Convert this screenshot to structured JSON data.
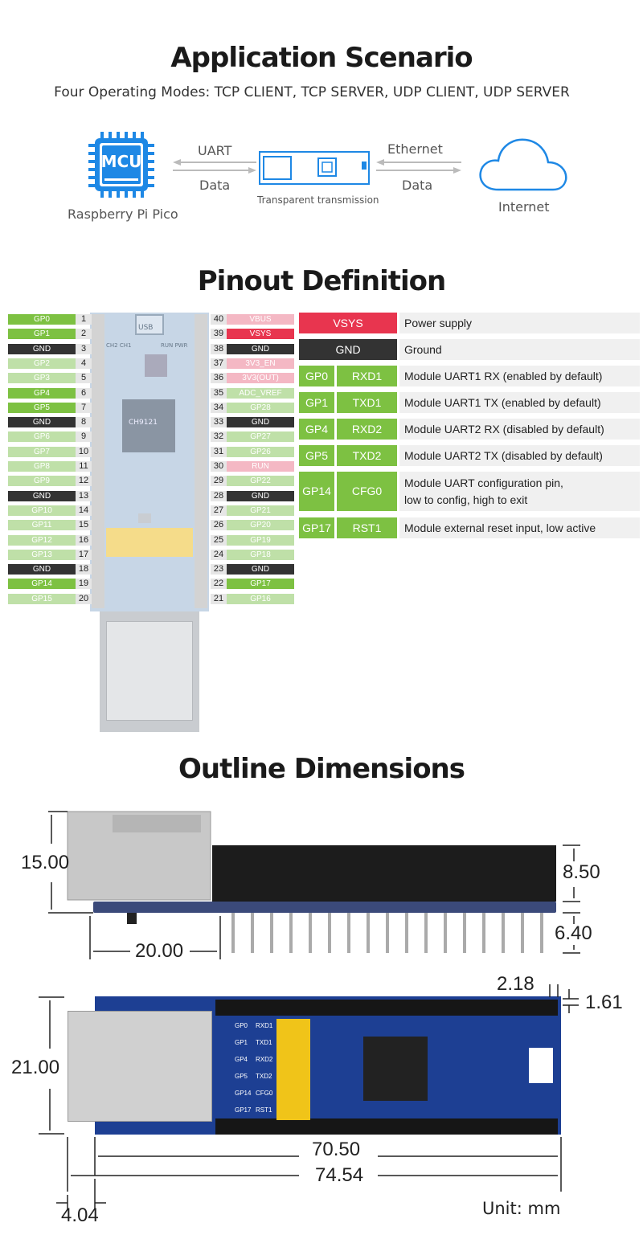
{
  "app": {
    "title": "Application Scenario",
    "subtitle": "Four Operating Modes: TCP CLIENT, TCP SERVER, UDP CLIENT, UDP SERVER",
    "mcu_label": "MCU",
    "pico_label": "Raspberry Pi Pico",
    "uart_label": "UART",
    "data_left": "Data",
    "transparent_label": "Transparent transmission",
    "ethernet_label": "Ethernet",
    "data_right": "Data",
    "internet_label": "Internet"
  },
  "pinout": {
    "title": "Pinout Definition",
    "usb_label": "USB",
    "ch_label": "CH2 CH1",
    "runpwr_label": "RUN PWR",
    "chip_label": "CH9121",
    "left": [
      {
        "name": "GP0",
        "n": "1",
        "c": "#7dc142",
        "t": "#fff"
      },
      {
        "name": "GP1",
        "n": "2",
        "c": "#7dc142",
        "t": "#fff"
      },
      {
        "name": "GND",
        "n": "3",
        "c": "#333333",
        "t": "#fff"
      },
      {
        "name": "GP2",
        "n": "4",
        "c": "#bfe0a8",
        "t": "#fff"
      },
      {
        "name": "GP3",
        "n": "5",
        "c": "#bfe0a8",
        "t": "#fff"
      },
      {
        "name": "GP4",
        "n": "6",
        "c": "#7dc142",
        "t": "#fff"
      },
      {
        "name": "GP5",
        "n": "7",
        "c": "#7dc142",
        "t": "#fff"
      },
      {
        "name": "GND",
        "n": "8",
        "c": "#333333",
        "t": "#fff"
      },
      {
        "name": "GP6",
        "n": "9",
        "c": "#bfe0a8",
        "t": "#fff"
      },
      {
        "name": "GP7",
        "n": "10",
        "c": "#bfe0a8",
        "t": "#fff"
      },
      {
        "name": "GP8",
        "n": "11",
        "c": "#bfe0a8",
        "t": "#fff"
      },
      {
        "name": "GP9",
        "n": "12",
        "c": "#bfe0a8",
        "t": "#fff"
      },
      {
        "name": "GND",
        "n": "13",
        "c": "#333333",
        "t": "#fff"
      },
      {
        "name": "GP10",
        "n": "14",
        "c": "#bfe0a8",
        "t": "#fff"
      },
      {
        "name": "GP11",
        "n": "15",
        "c": "#bfe0a8",
        "t": "#fff"
      },
      {
        "name": "GP12",
        "n": "16",
        "c": "#bfe0a8",
        "t": "#fff"
      },
      {
        "name": "GP13",
        "n": "17",
        "c": "#bfe0a8",
        "t": "#fff"
      },
      {
        "name": "GND",
        "n": "18",
        "c": "#333333",
        "t": "#fff"
      },
      {
        "name": "GP14",
        "n": "19",
        "c": "#7dc142",
        "t": "#fff"
      },
      {
        "name": "GP15",
        "n": "20",
        "c": "#bfe0a8",
        "t": "#fff"
      }
    ],
    "right": [
      {
        "name": "VBUS",
        "n": "40",
        "c": "#f4b8c4",
        "t": "#fff"
      },
      {
        "name": "VSYS",
        "n": "39",
        "c": "#e8354f",
        "t": "#fff"
      },
      {
        "name": "GND",
        "n": "38",
        "c": "#333333",
        "t": "#fff"
      },
      {
        "name": "3V3_EN",
        "n": "37",
        "c": "#f4b8c4",
        "t": "#fff"
      },
      {
        "name": "3V3(OUT)",
        "n": "36",
        "c": "#f4b8c4",
        "t": "#fff"
      },
      {
        "name": "ADC_VREF",
        "n": "35",
        "c": "#bfe0a8",
        "t": "#fff"
      },
      {
        "name": "GP28",
        "n": "34",
        "c": "#bfe0a8",
        "t": "#fff"
      },
      {
        "name": "GND",
        "n": "33",
        "c": "#333333",
        "t": "#fff"
      },
      {
        "name": "GP27",
        "n": "32",
        "c": "#bfe0a8",
        "t": "#fff"
      },
      {
        "name": "GP26",
        "n": "31",
        "c": "#bfe0a8",
        "t": "#fff"
      },
      {
        "name": "RUN",
        "n": "30",
        "c": "#f4b8c4",
        "t": "#fff"
      },
      {
        "name": "GP22",
        "n": "29",
        "c": "#bfe0a8",
        "t": "#fff"
      },
      {
        "name": "GND",
        "n": "28",
        "c": "#333333",
        "t": "#fff"
      },
      {
        "name": "GP21",
        "n": "27",
        "c": "#bfe0a8",
        "t": "#fff"
      },
      {
        "name": "GP20",
        "n": "26",
        "c": "#bfe0a8",
        "t": "#fff"
      },
      {
        "name": "GP19",
        "n": "25",
        "c": "#bfe0a8",
        "t": "#fff"
      },
      {
        "name": "GP18",
        "n": "24",
        "c": "#bfe0a8",
        "t": "#fff"
      },
      {
        "name": "GND",
        "n": "23",
        "c": "#333333",
        "t": "#fff"
      },
      {
        "name": "GP17",
        "n": "22",
        "c": "#7dc142",
        "t": "#fff"
      },
      {
        "name": "GP16",
        "n": "21",
        "c": "#bfe0a8",
        "t": "#fff"
      }
    ],
    "table": [
      {
        "a": "VSYS",
        "b": "",
        "desc": "Power supply",
        "color": "#e8354f"
      },
      {
        "a": "GND",
        "b": "",
        "desc": "Ground",
        "color": "#333333"
      },
      {
        "a": "GP0",
        "b": "RXD1",
        "desc": "Module UART1 RX (enabled by default)",
        "color": "#7dc142"
      },
      {
        "a": "GP1",
        "b": "TXD1",
        "desc": "Module UART1 TX (enabled by default)",
        "color": "#7dc142"
      },
      {
        "a": "GP4",
        "b": "RXD2",
        "desc": "Module UART2 RX (disabled by default)",
        "color": "#7dc142"
      },
      {
        "a": "GP5",
        "b": "TXD2",
        "desc": "Module UART2 TX (disabled by default)",
        "color": "#7dc142"
      },
      {
        "a": "GP14",
        "b": "CFG0",
        "desc": "Module UART configuration pin,",
        "desc2": "low to config, high to exit",
        "color": "#7dc142"
      },
      {
        "a": "GP17",
        "b": "RST1",
        "desc": "Module external reset input, low active",
        "color": "#7dc142"
      }
    ],
    "switch_labels": [
      "GP0",
      "GP1",
      "GP4",
      "GP5",
      "GP14",
      "GP17"
    ],
    "switch_labels2": [
      "RXD1",
      "TXD1",
      "RXD2",
      "TXD2",
      "CFG0",
      "RST1"
    ]
  },
  "dims": {
    "title": "Outline Dimensions",
    "h15": "15.00",
    "h850": "8.50",
    "h640": "6.40",
    "w20": "20.00",
    "w218": "2.18",
    "w161": "1.61",
    "h21": "21.00",
    "w7050": "70.50",
    "w7454": "74.54",
    "w404": "4.04",
    "unit": "Unit: mm",
    "top_labels": [
      [
        "GP0",
        "RXD1"
      ],
      [
        "GP1",
        "TXD1"
      ],
      [
        "GP4",
        "RXD2"
      ],
      [
        "GP5",
        "TXD2"
      ],
      [
        "GP14",
        "CFG0"
      ],
      [
        "GP17",
        "RST1"
      ]
    ]
  }
}
